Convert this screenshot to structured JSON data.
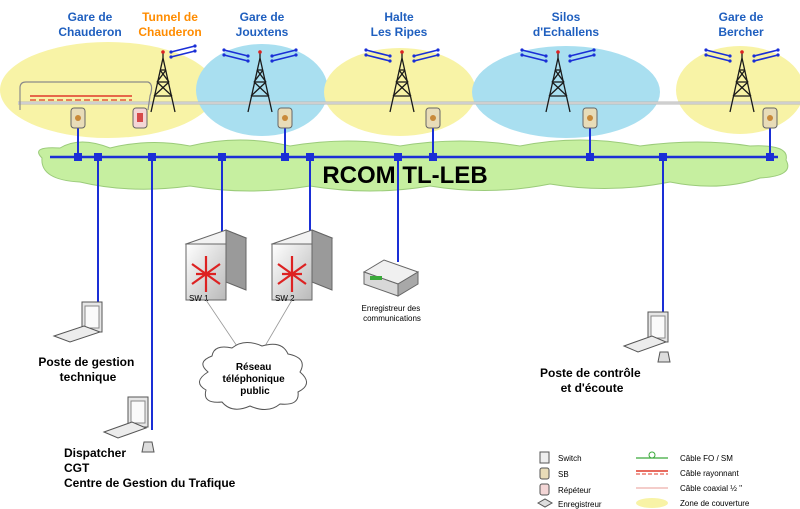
{
  "stations": [
    {
      "lines": [
        "Gare de",
        "Chauderon"
      ],
      "color": "#1f5fbf"
    },
    {
      "lines": [
        "Tunnel de",
        "Chauderon"
      ],
      "color": "#ff8c00"
    },
    {
      "lines": [
        "Gare de",
        "Jouxtens"
      ],
      "color": "#1f5fbf"
    },
    {
      "lines": [
        "Halte",
        "Les Ripes"
      ],
      "color": "#1f5fbf"
    },
    {
      "lines": [
        "Silos",
        "d'Echallens"
      ],
      "color": "#1f5fbf"
    },
    {
      "lines": [
        "Gare  de",
        "Bercher"
      ],
      "color": "#1f5fbf"
    }
  ],
  "network_label": "RCOM TL-LEB",
  "switches": [
    {
      "label": "SW 1"
    },
    {
      "label": "SW 2"
    }
  ],
  "recorder": {
    "lines": [
      "Enregistreur des",
      "communications"
    ]
  },
  "phone_network": {
    "lines": [
      "Réseau",
      "téléphonique",
      "public"
    ]
  },
  "workstations": [
    {
      "lines": [
        "Poste de gestion",
        "technique"
      ]
    },
    {
      "lines": [
        "Dispatcher",
        "CGT",
        "Centre de Gestion du Trafique"
      ]
    },
    {
      "lines": [
        "Poste de contrôle",
        "et d'écoute"
      ]
    }
  ],
  "legend": {
    "left": [
      {
        "icon": "switch-icon",
        "label": "Switch"
      },
      {
        "icon": "sb-icon",
        "label": "SB"
      },
      {
        "icon": "repeater-icon",
        "label": "Répéteur"
      },
      {
        "icon": "recorder-icon",
        "label": "Enregistreur"
      }
    ],
    "right": [
      {
        "icon": "fiber-cable-icon",
        "label": "Câble FO / SM"
      },
      {
        "icon": "radiating-cable-icon",
        "label": "Câble rayonnant"
      },
      {
        "icon": "coax-cable-icon",
        "label": "Câble coaxial  ½ ''"
      },
      {
        "icon": "coverage-zone-icon",
        "label": "Zone de couverture"
      }
    ]
  },
  "colors": {
    "coverage_yellow": "#f8f3a6",
    "coverage_blue": "#a9dff0",
    "cloud_green": "#c6efa0",
    "network_line": "#1a2fd6",
    "radiating_cable": "#e03a2a",
    "fiber_green": "#3aa93a"
  }
}
